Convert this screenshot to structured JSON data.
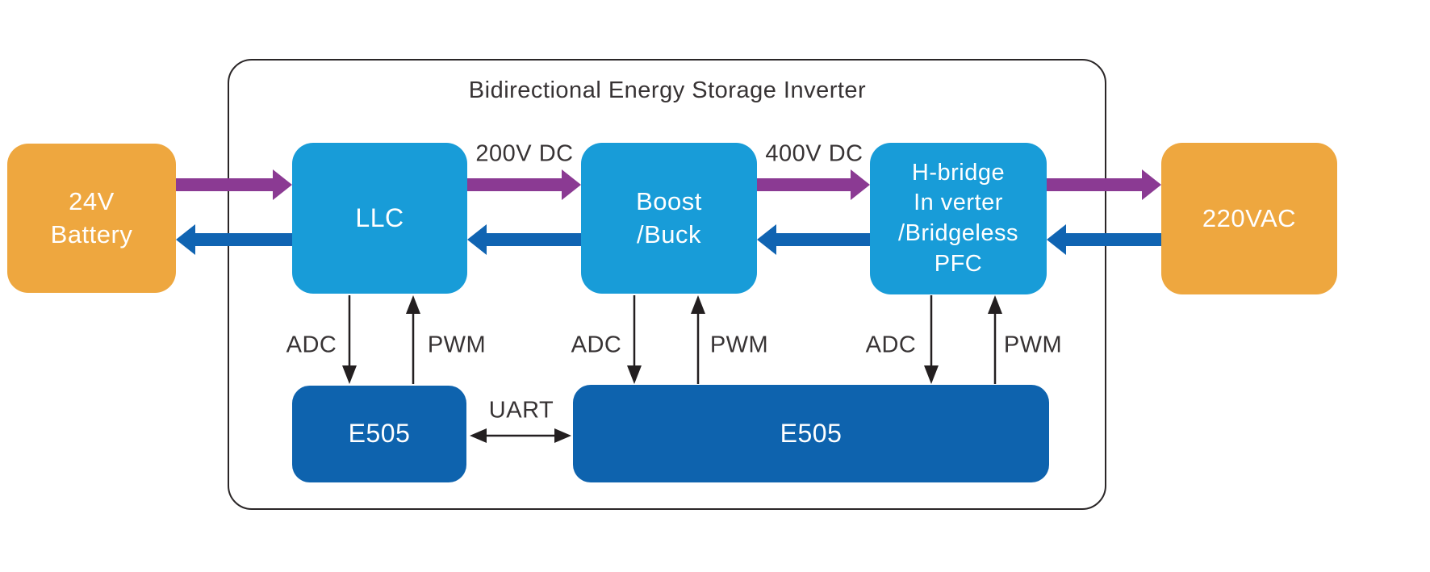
{
  "title": "Bidirectional Energy Storage Inverter",
  "colors": {
    "orange": "#EEA73F",
    "light_blue": "#189CD8",
    "dark_blue": "#0E63AE",
    "purple": "#8B3A93",
    "arrow_blue": "#1064B2",
    "outline": "#2A2627",
    "label_ink": "#373334",
    "signal_ink": "#231F20",
    "box_text": "#FFFFFF"
  },
  "nodes": {
    "battery": {
      "label": "24V\nBattery"
    },
    "llc": {
      "label": "LLC"
    },
    "boost_buck": {
      "label": "Boost\n/Buck"
    },
    "h_bridge": {
      "label": "H-bridge\nIn verter\n/Bridgeless\nPFC"
    },
    "grid": {
      "label": "220VAC"
    },
    "controller_left": {
      "label": "E505"
    },
    "controller_right": {
      "label": "E505"
    }
  },
  "links": {
    "llc_to_boost_voltage": "200V DC",
    "boost_to_hbridge_voltage": "400V DC",
    "adc": "ADC",
    "pwm": "PWM",
    "uart": "UART"
  }
}
